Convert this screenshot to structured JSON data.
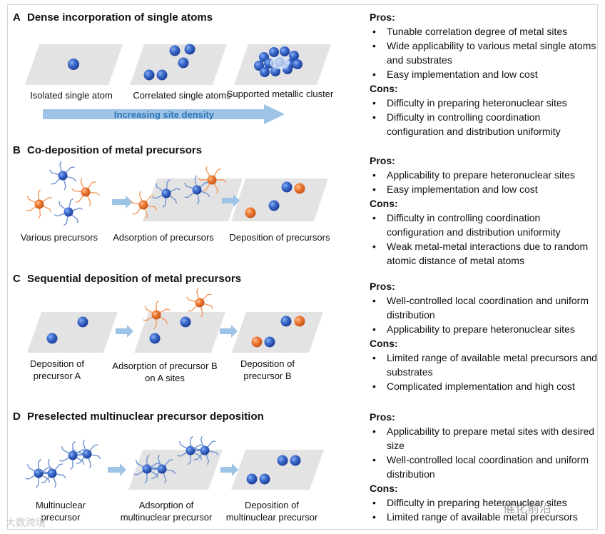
{
  "sections": {
    "a": {
      "letter": "A",
      "title": "Dense incorporation of single atoms",
      "captions": [
        "Isolated single atom",
        "Correlated single atoms",
        "Supported metallic cluster"
      ],
      "arrow_label": "Increasing site density",
      "pros": [
        "Tunable correlation degree of metal sites",
        "Wide applicability to various metal single atoms and substrates",
        "Easy implementation and low cost"
      ],
      "cons": [
        "Difficulty in preparing heteronuclear sites",
        "Difficulty in controlling coordination configuration and distribution uniformity"
      ]
    },
    "b": {
      "letter": "B",
      "title": "Co-deposition of metal precursors",
      "captions": [
        "Various precursors",
        "Adsorption of precursors",
        "Deposition of precursors"
      ],
      "pros": [
        "Applicability to prepare heteronuclear sites",
        "Easy implementation and low cost"
      ],
      "cons": [
        "Difficulty in controlling coordination configuration and distribution uniformity",
        "Weak metal-metal interactions due to random atomic distance of metal atoms"
      ]
    },
    "c": {
      "letter": "C",
      "title": "Sequential deposition of metal precursors",
      "captions": [
        "Deposition of precursor A",
        "Adsorption of precursor B on A sites",
        "Deposition of precursor B"
      ],
      "pros": [
        "Well-controlled local coordination and uniform distribution",
        "Applicability to prepare heteronuclear sites"
      ],
      "cons": [
        "Limited range of available metal precursors and substrates",
        "Complicated implementation and high cost"
      ]
    },
    "d": {
      "letter": "D",
      "title": "Preselected multinuclear precursor deposition",
      "captions": [
        "Multinuclear precursor",
        "Adsorption of multinuclear precursor",
        "Deposition of multinuclear precursor"
      ],
      "pros": [
        "Applicability to prepare metal sites with desired size",
        "Well-controlled local coordination and uniform distribution"
      ],
      "cons": [
        "Difficulty in preparing heteronuclear sites",
        "Limited range of available metal precursors"
      ]
    }
  },
  "labels": {
    "pros": "Pros:",
    "cons": "Cons:"
  },
  "watermarks": {
    "left": "大数跨境",
    "right": "催化前沿"
  },
  "colors": {
    "blue_atom": "#2f5fc4",
    "orange_atom": "#ee7a33",
    "substrate": "#e3e3e3",
    "arrow": "#9dc3e6",
    "arrow_text": "#2e75b6"
  }
}
